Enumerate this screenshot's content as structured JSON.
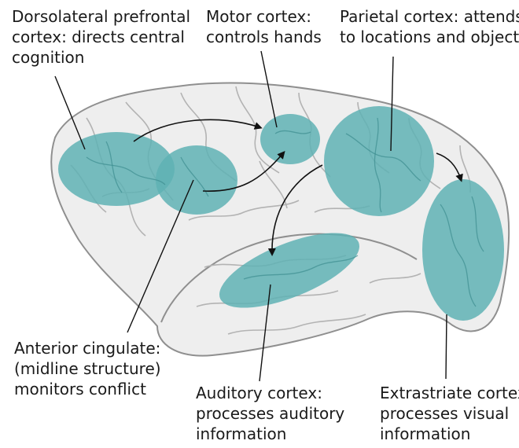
{
  "colors": {
    "region_fill": "#5fb1b4",
    "brain_fill": "#eeeeee",
    "brain_stroke": "#8f8f8f",
    "line": "#111111"
  },
  "labels": {
    "dorsolateral": [
      "Dorsolateral prefrontal",
      "cortex: directs central",
      "cognition"
    ],
    "motor": [
      "Motor cortex:",
      "controls hands"
    ],
    "parietal": [
      "Parietal cortex: attends",
      "to locations and objects"
    ],
    "anterior": [
      "Anterior cingulate:",
      "(midline structure)",
      "monitors conflict"
    ],
    "auditory": [
      "Auditory cortex:",
      "processes auditory",
      "information"
    ],
    "extrastriate": [
      "Extrastriate cortex:",
      "processes visual",
      "information"
    ]
  }
}
